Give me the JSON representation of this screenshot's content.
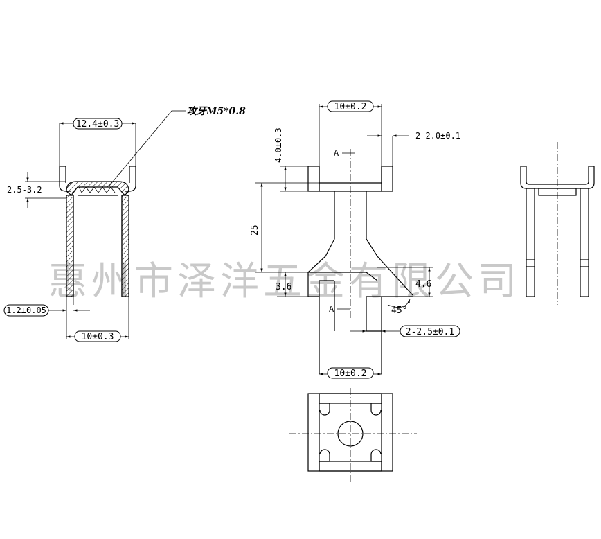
{
  "left_view": {
    "width_dim": "12.4±0.3",
    "thread_note": "攻牙M5*0.8",
    "height_dim": "2.5-3.2",
    "thickness_dim": "1.2±0.05",
    "inner_width_dim": "10±0.3"
  },
  "front_view": {
    "top_width_dim": "10±0.2",
    "top_height_dim": "4.0±0.3",
    "slot_top_dim": "2-2.0±0.1",
    "section_label_top": "A",
    "body_height_dim": "25",
    "lower_left_dim": "3.6",
    "lower_right_dim": "4.6",
    "angle_dim": "45°",
    "section_label_bottom": "A",
    "slot_bottom_dim": "2-2.5±0.1",
    "bottom_width_dim": "10±0.2"
  },
  "watermark": "惠州市泽洋五金有限公司"
}
